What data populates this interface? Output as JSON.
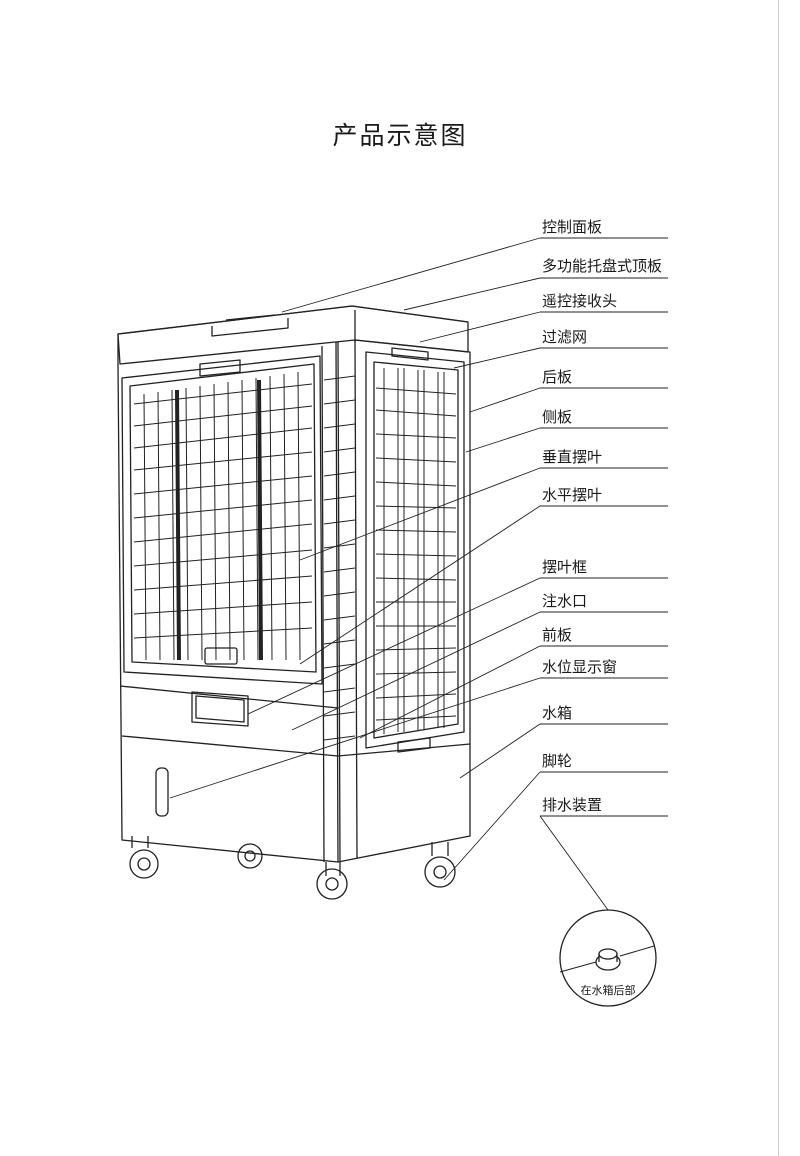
{
  "title": "产品示意图",
  "parts": [
    {
      "id": "control-panel",
      "label": "控制面板"
    },
    {
      "id": "top-panel",
      "label": "多功能托盘式顶板"
    },
    {
      "id": "remote-receiver",
      "label": "遥控接收头"
    },
    {
      "id": "filter",
      "label": "过滤网"
    },
    {
      "id": "back-panel",
      "label": "后板"
    },
    {
      "id": "side-panel",
      "label": "侧板"
    },
    {
      "id": "vertical-louver",
      "label": "垂直摆叶"
    },
    {
      "id": "horizontal-louver",
      "label": "水平摆叶"
    },
    {
      "id": "louver-frame",
      "label": "摆叶框"
    },
    {
      "id": "water-inlet",
      "label": "注水口"
    },
    {
      "id": "front-panel",
      "label": "前板"
    },
    {
      "id": "water-level-window",
      "label": "水位显示窗"
    },
    {
      "id": "water-tank",
      "label": "水箱"
    },
    {
      "id": "caster",
      "label": "脚轮"
    },
    {
      "id": "drain",
      "label": "排水装置"
    }
  ],
  "inset_note": "在水箱后部"
}
